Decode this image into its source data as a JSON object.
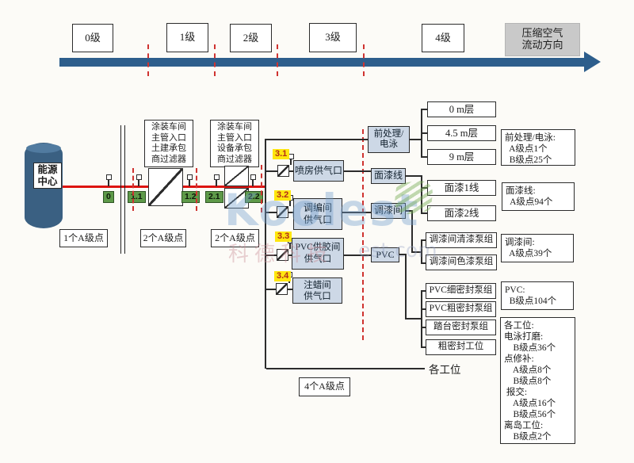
{
  "timeline": {
    "levels": [
      "0级",
      "1级",
      "2级",
      "3级",
      "4级"
    ],
    "direction_lines": [
      "压缩空气",
      "流动方向"
    ]
  },
  "source": {
    "label_lines": [
      "能源",
      "中心"
    ],
    "count": "1个A级点"
  },
  "filters": {
    "filter1": {
      "label_lines": [
        "涂装车间",
        "主管入口",
        "土建承包",
        "商过滤器"
      ],
      "count": "2个A级点"
    },
    "filter2": {
      "label_lines": [
        "涂装车间",
        "主管入口",
        "设备承包",
        "商过滤器"
      ],
      "count": "2个A级点"
    }
  },
  "pipe_tags": [
    "0",
    "1.1",
    "1.2",
    "2.1",
    "2.2"
  ],
  "valve_group": {
    "count": "4个A级点",
    "valves": [
      {
        "tag": "3.1",
        "label_lines": [
          "喷房供气口"
        ]
      },
      {
        "tag": "3.2",
        "label_lines": [
          "调编间",
          "供气口"
        ]
      },
      {
        "tag": "3.3",
        "label_lines": [
          "PVC供胶间",
          "供气口"
        ]
      },
      {
        "tag": "3.4",
        "label_lines": [
          "注蜡间",
          "供气口"
        ]
      }
    ]
  },
  "areas": [
    {
      "label_lines": [
        "前处理/",
        "电泳"
      ],
      "targets": [
        "0 m层",
        "4.5 m层",
        "9 m层"
      ]
    },
    {
      "label_lines": [
        "面漆线"
      ],
      "targets": [
        "面漆1线",
        "面漆2线"
      ]
    },
    {
      "label_lines": [
        "调漆间"
      ],
      "targets": [
        "调漆间清漆泵组",
        "调漆间色漆泵组"
      ]
    },
    {
      "label_lines": [
        "PVC"
      ],
      "targets": [
        "PVC细密封泵组",
        "PVC粗密封泵组",
        "踏台密封泵组",
        "粗密封工位"
      ]
    }
  ],
  "stations_label": "各工位",
  "summaries": [
    {
      "lines": [
        "前处理/电泳:",
        "  A级点1个",
        "  B级点25个"
      ]
    },
    {
      "lines": [
        "面漆线:",
        "  A级点94个"
      ]
    },
    {
      "lines": [
        "调漆间:",
        "  A级点39个"
      ]
    },
    {
      "lines": [
        "PVC:",
        "  B级点104个"
      ]
    },
    {
      "lines": [
        "各工位:",
        "电泳打磨:",
        "    B级点36个",
        "点修补:",
        "    A级点8个",
        "    B级点8个",
        " 报交:",
        "    A级点16个",
        "    B级点56个",
        "离岛工位:",
        "    B级点2个"
      ]
    }
  ],
  "watermark": {
    "brand": "Koolest",
    "company": "科德科技",
    "domain": "est.com"
  },
  "colors": {
    "pipe_red": "#dd1410",
    "arrow_blue": "#2d5e8c",
    "green_tag": "#5e9a49",
    "yellow_tag": "#ffe70f",
    "blue_box": "#cdd8e6",
    "gray_box": "#c9c9c9",
    "dashed_red": "#cf3330"
  }
}
